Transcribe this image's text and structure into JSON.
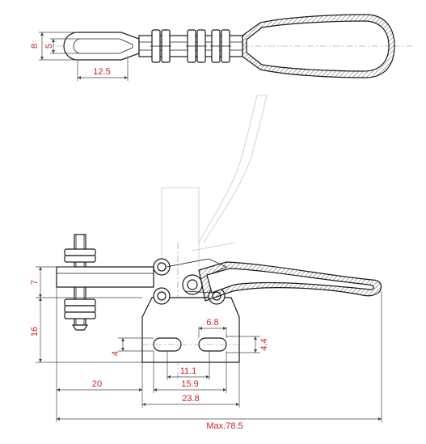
{
  "drawing": {
    "accent_color": "#cc1f1f",
    "top_view": {
      "dims": {
        "outer_height": "8",
        "inner_height": "5",
        "front_length": "12.5"
      }
    },
    "side_view": {
      "dims": {
        "arm_height": "7",
        "base_height": "16",
        "slot_height": "4",
        "slot_width": "6.8",
        "slot_gap": "4.4",
        "hole_spacing_a": "11.1",
        "hole_spacing_b": "15.9",
        "base_width": "23.8",
        "spindle_offset": "20",
        "max_length": "Max.78.5"
      }
    }
  }
}
